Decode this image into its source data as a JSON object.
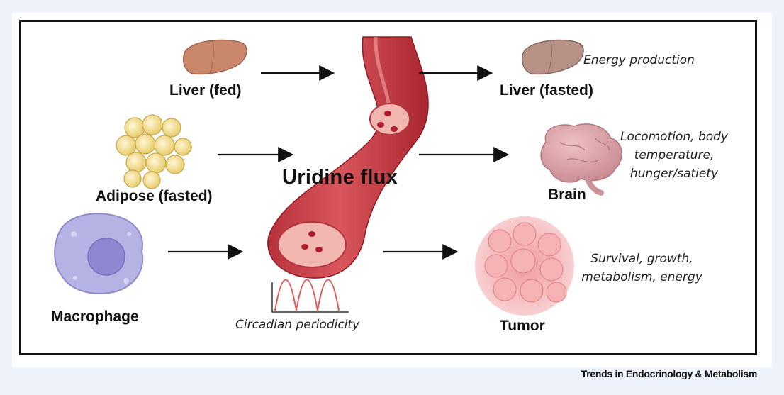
{
  "sources": {
    "liver_fed": "Liver (fed)",
    "adipose": "Adipose (fasted)",
    "macrophage": "Macrophage"
  },
  "center": {
    "title": "Uridine flux",
    "rhythm_caption": "Circadian periodicity"
  },
  "targets": {
    "liver_fasted": {
      "label": "Liver (fasted)",
      "effect": "Energy production"
    },
    "brain": {
      "label": "Brain",
      "effect_lines": [
        "Locomotion, body",
        "temperature,",
        "hunger/satiety"
      ]
    },
    "tumor": {
      "label": "Tumor",
      "effect_lines": [
        "Survival, growth,",
        "metabolism, energy"
      ]
    }
  },
  "credit": "Trends in Endocrinology & Metabolism",
  "colors": {
    "vessel": "#c9454d",
    "vessel_light": "#f0a3a3",
    "liver": "#c88a72",
    "brain": "#d8a3a8",
    "adipose": "#f2df9a",
    "macrophage": "#b7b3e6",
    "tumor": "#f0a3a6",
    "wave": "#e05a5a"
  }
}
